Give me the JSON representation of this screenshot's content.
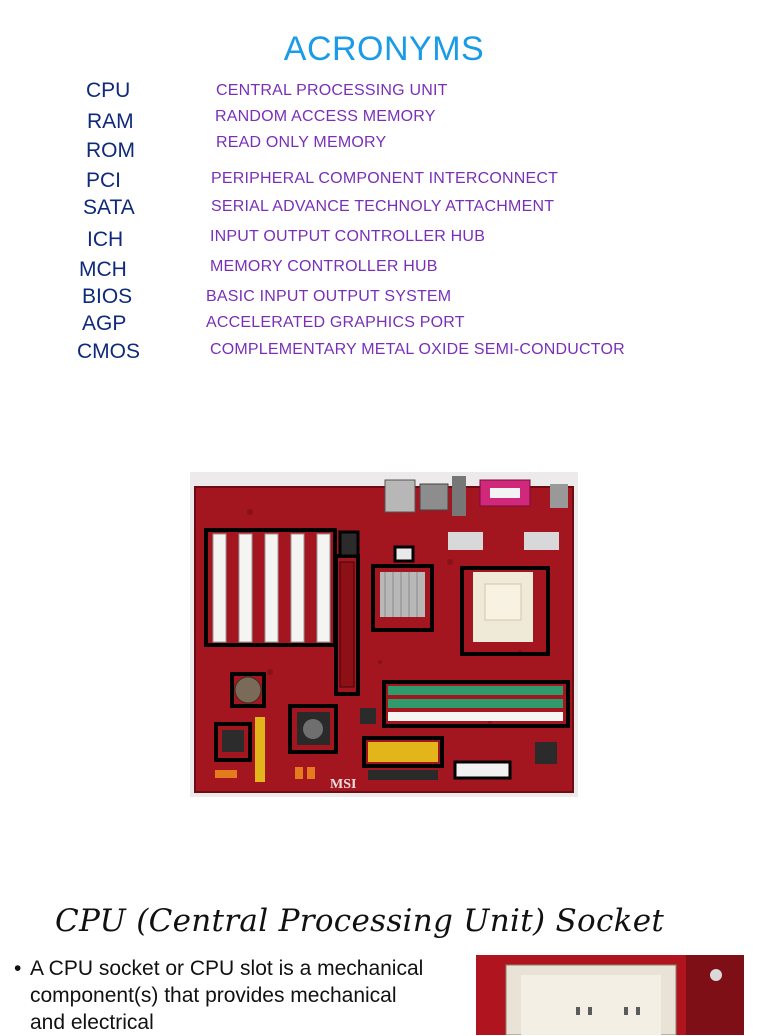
{
  "title": "ACRONYMS",
  "acronyms": [
    {
      "abbr": "CPU",
      "meaning": "CENTRAL PROCESSING UNIT"
    },
    {
      "abbr": "RAM",
      "meaning": "RANDOM ACCESS MEMORY"
    },
    {
      "abbr": "ROM",
      "meaning": "READ ONLY MEMORY"
    },
    {
      "abbr": "PCI",
      "meaning": "PERIPHERAL COMPONENT INTERCONNECT"
    },
    {
      "abbr": "SATA",
      "meaning": "SERIAL ADVANCE TECHNOLY ATTACHMENT"
    },
    {
      "abbr": "ICH",
      "meaning": "INPUT OUTPUT CONTROLLER HUB"
    },
    {
      "abbr": "MCH",
      "meaning": "MEMORY CONTROLLER HUB"
    },
    {
      "abbr": "BIOS",
      "meaning": "BASIC INPUT OUTPUT SYSTEM"
    },
    {
      "abbr": "AGP",
      "meaning": "ACCELERATED GRAPHICS PORT"
    },
    {
      "abbr": "CMOS",
      "meaning": "COMPLEMENTARY METAL OXIDE SEMI-CONDUCTOR"
    }
  ],
  "board": {
    "brand": "MSI",
    "colors": {
      "pcb": "#a31620",
      "ram_slot": "#2f9a6c",
      "agp": "#a8151d",
      "ide": "#e2b51a",
      "pci": "#f4f4f2"
    }
  },
  "section": {
    "heading": "CPU (Central Processing Unit) Socket",
    "bullet": "A CPU socket or CPU slot is a mechanical component(s) that provides mechanical and electrical"
  }
}
